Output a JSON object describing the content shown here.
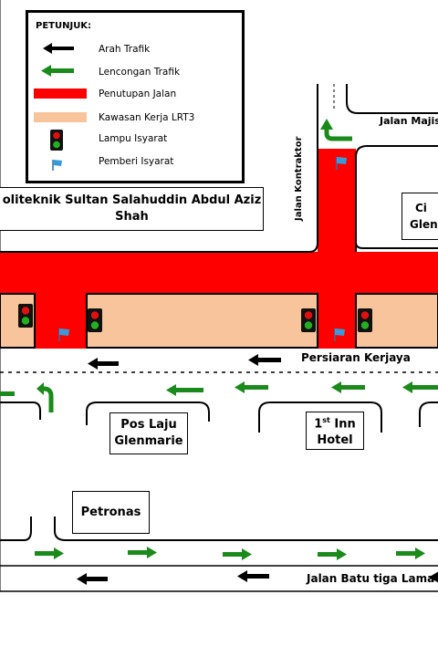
{
  "legend": {
    "title": "PETUNJUK:",
    "items": [
      {
        "label": "Arah Trafik",
        "icon": "black-arrow-icon"
      },
      {
        "label": "Lencongan Trafik",
        "icon": "green-arrow-icon"
      },
      {
        "label": "Penutupan Jalan",
        "icon": "red-bar-icon"
      },
      {
        "label": "Kawasan Kerja LRT3",
        "icon": "peach-bar-icon"
      },
      {
        "label": "Lampu Isyarat",
        "icon": "traffic-light-icon"
      },
      {
        "label": "Pemberi Isyarat",
        "icon": "blue-flag-icon"
      }
    ]
  },
  "places": {
    "politeknik": "oliteknik Sultan Salahuddin Abdul Aziz Shah",
    "cin_line1": "Ci",
    "cin_line2": "Glenm",
    "poslaju_line1": "Pos Laju",
    "poslaju_line2": "Glenmarie",
    "inn_line1": "1",
    "inn_sup": "st",
    "inn_line1b": " Inn",
    "inn_line2": "Hotel",
    "petronas": "Petronas"
  },
  "roads": {
    "jalan_majistret": "Jalan Majist",
    "jalan_kontraktor": "Jalan Kontraktor",
    "persiaran_kerjaya": "Persiaran Kerjaya",
    "jalan_batu_tiga": "Jalan Batu tiga Lama"
  },
  "colors": {
    "closure": "#ff0000",
    "work_zone": "#f8c49b",
    "detour": "#1a8a1a",
    "traffic": "#000000",
    "flagman": "#3a9ad9"
  }
}
